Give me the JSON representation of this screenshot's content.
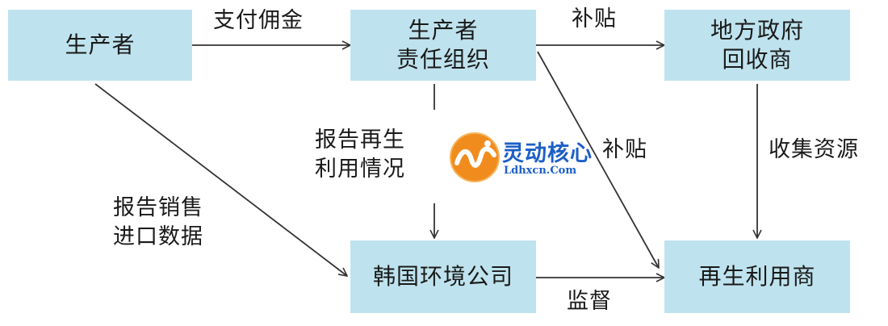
{
  "nodes": {
    "producer": {
      "lines": [
        "生产者"
      ]
    },
    "pro": {
      "lines": [
        "生产者",
        "责任组织"
      ]
    },
    "local_gov": {
      "lines": [
        "地方政府",
        "回收商"
      ]
    },
    "korea_env": {
      "lines": [
        "韩国环境公司"
      ]
    },
    "recycler": {
      "lines": [
        "再生利用商"
      ]
    }
  },
  "edges": {
    "pay_commission": "支付佣金",
    "subsidy_top": "补贴",
    "subsidy_mid": "补贴",
    "collect_resources": "收集资源",
    "supervise": "监督",
    "report_recycling": [
      "报告再生",
      "利用情况"
    ],
    "report_sales": [
      "报告销售",
      "进口数据"
    ]
  },
  "watermark": {
    "text_cn": "灵动核心",
    "text_en": "Ldhxcn.Com",
    "colors": {
      "orange": "#f08c1e",
      "blue": "#1c5fc7"
    }
  },
  "colors": {
    "box_fill": "#bfe3ee",
    "line": "#333333"
  }
}
